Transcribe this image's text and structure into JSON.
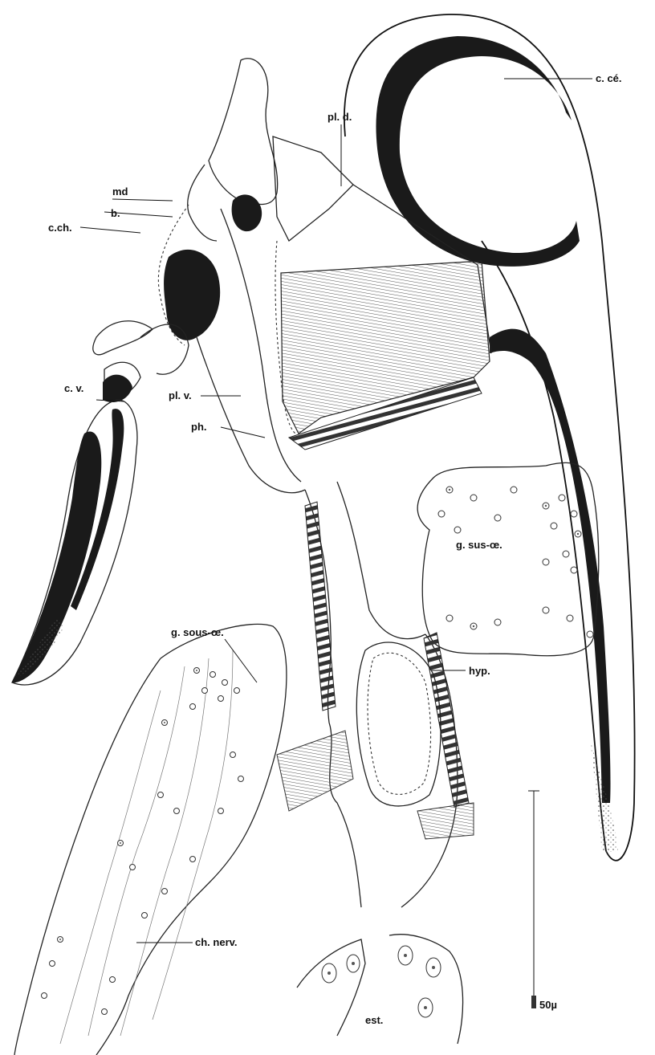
{
  "labels": {
    "c_ce": "c. cé.",
    "pl_d": "pl. d.",
    "md": "md",
    "b": "b.",
    "c_ch": "c.ch.",
    "c_v": "c. v.",
    "pl_v": "pl. v.",
    "ph": "ph.",
    "g_sus": "g. sus-œ.",
    "g_sous": "g. sous-œ.",
    "hyp": "hyp.",
    "ch_nerv": "ch. nerv.",
    "est": "est.",
    "scale": "50µ"
  }
}
